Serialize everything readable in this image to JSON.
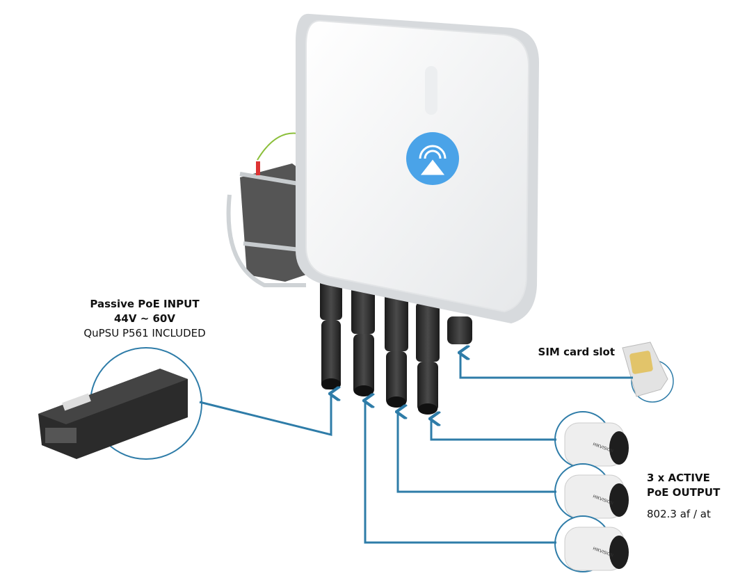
{
  "input": {
    "title": "Passive PoE INPUT",
    "voltage": "44V ~ 60V",
    "note": "QuPSU P561 INCLUDED"
  },
  "sim": {
    "label": "SIM card slot"
  },
  "output": {
    "line1": "3 x ACTIVE",
    "line2": "PoE OUTPUT",
    "standard": "802.3 af / at"
  },
  "camera_logo": "HIKVISION",
  "colors": {
    "connector_line": "#2e7ca8",
    "device_badge": "#4aa3e8",
    "device_body": "#f4f5f6",
    "connector": "#2a2a2a"
  }
}
